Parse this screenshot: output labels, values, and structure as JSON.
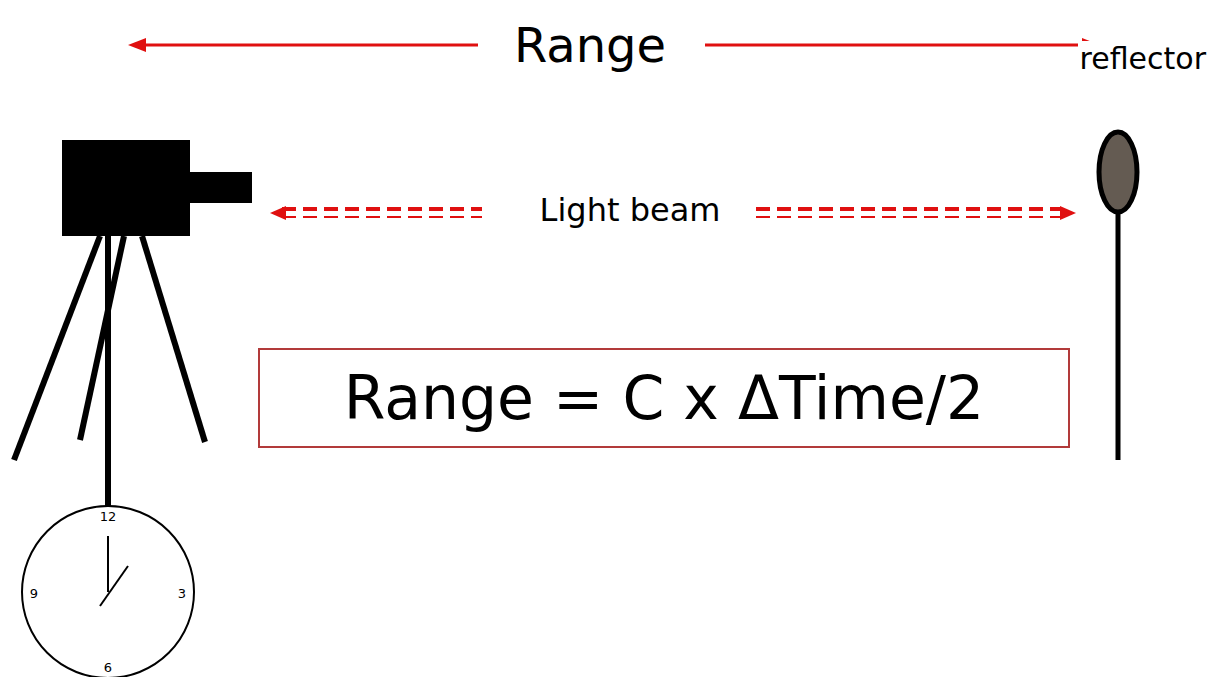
{
  "diagram": {
    "nodes": [
      {
        "text": [
          "Range = C x ΔTime/2"
        ]
      }
    ],
    "labels": [
      "Range",
      "Light beam",
      "reflector",
      "12",
      "3",
      "6",
      "9"
    ]
  }
}
